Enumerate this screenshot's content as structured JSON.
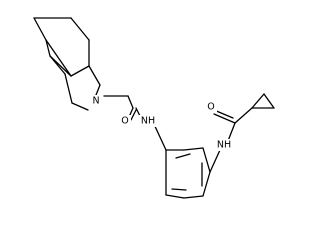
{
  "molecule": {
    "atoms": {
      "nitrogen_ring": "N",
      "nitrogen_amide": "NH",
      "oxygen_amide": "O",
      "nitrogen_anilide": "NH",
      "oxygen_anilide": "O"
    }
  },
  "colors": {
    "bond": "#000000",
    "label": "#000000",
    "background": "#ffffff"
  }
}
